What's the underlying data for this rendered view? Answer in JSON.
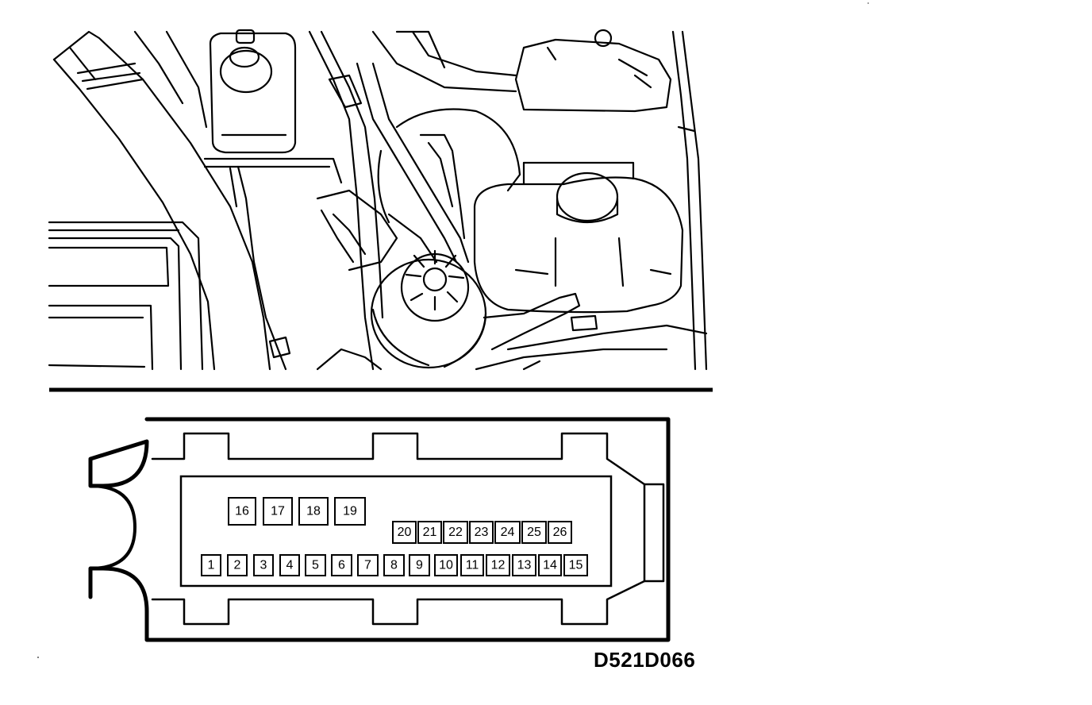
{
  "figure": {
    "code": "D521D066"
  },
  "connector": {
    "pins_top_row": [
      "16",
      "17",
      "18",
      "19"
    ],
    "pins_middle_row": [
      "20",
      "21",
      "22",
      "23",
      "24",
      "25",
      "26"
    ],
    "pins_bottom_row": [
      "1",
      "2",
      "3",
      "4",
      "5",
      "6",
      "7",
      "8",
      "9",
      "10",
      "11",
      "12",
      "13",
      "14",
      "15"
    ]
  },
  "colors": {
    "ink": "#000000",
    "background": "#ffffff"
  }
}
